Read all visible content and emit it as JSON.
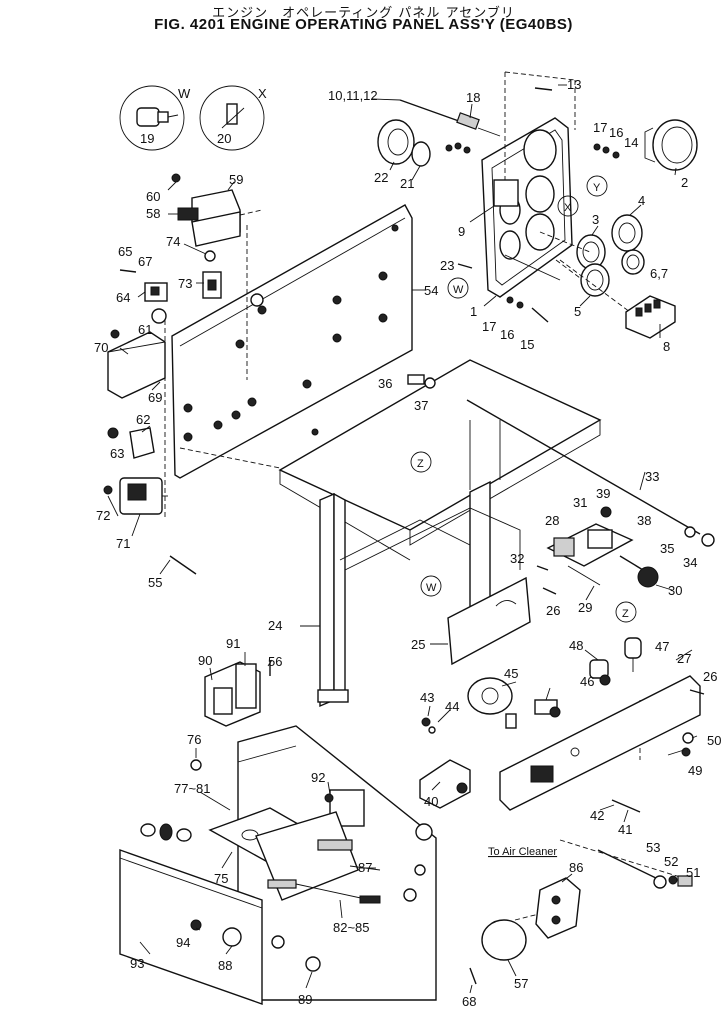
{
  "header": {
    "title_jp": "エンジン　オペレーティング パネル アセンブリ",
    "title_en": "FIG. 4201  ENGINE OPERATING PANEL ASS'Y (EG40BS)"
  },
  "callouts": {
    "W": "W",
    "X": "X",
    "Y": "Y",
    "Z": "Z"
  },
  "note": {
    "to_air_cleaner": "To Air Cleaner"
  },
  "part_numbers": {
    "p1": "1",
    "p2": "2",
    "p3": "3",
    "p4": "4",
    "p5": "5",
    "p6_7": "6,7",
    "p8": "8",
    "p9": "9",
    "p10_12": "10,11,12",
    "p13": "13",
    "p14": "14",
    "p15": "15",
    "p16a": "16",
    "p16b": "16",
    "p17a": "17",
    "p17b": "17",
    "p18": "18",
    "p19": "19",
    "p20": "20",
    "p21": "21",
    "p22": "22",
    "p23": "23",
    "p24": "24",
    "p25": "25",
    "p26a": "26",
    "p26b": "26",
    "p27": "27",
    "p28": "28",
    "p29": "29",
    "p30": "30",
    "p31": "31",
    "p32": "32",
    "p33": "33",
    "p34": "34",
    "p35": "35",
    "p36": "36",
    "p37": "37",
    "p38": "38",
    "p39": "39",
    "p40": "40",
    "p41": "41",
    "p42": "42",
    "p43": "43",
    "p44": "44",
    "p45": "45",
    "p46": "46",
    "p47": "47",
    "p48": "48",
    "p49": "49",
    "p50": "50",
    "p51": "51",
    "p52": "52",
    "p53": "53",
    "p54": "54",
    "p55": "55",
    "p56": "56",
    "p57": "57",
    "p58": "58",
    "p59": "59",
    "p60": "60",
    "p61": "61",
    "p62": "62",
    "p63": "63",
    "p64": "64",
    "p65": "65",
    "p67": "67",
    "p68": "68",
    "p69": "69",
    "p70": "70",
    "p71": "71",
    "p72": "72",
    "p73": "73",
    "p74": "74",
    "p75": "75",
    "p76": "76",
    "p77_81": "77~81",
    "p82_85": "82~85",
    "p86": "86",
    "p87": "87",
    "p88": "88",
    "p89": "89",
    "p90": "90",
    "p91": "91",
    "p92": "92",
    "p93": "93",
    "p94": "94"
  }
}
